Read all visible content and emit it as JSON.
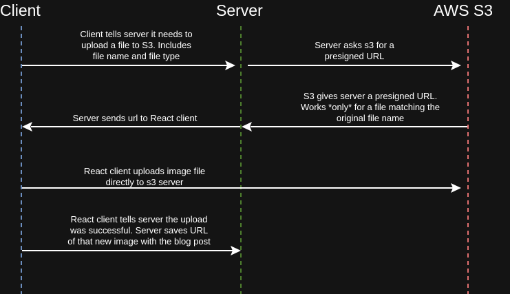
{
  "actors": {
    "client": "Client",
    "server": "Server",
    "s3": "AWS S3"
  },
  "colors": {
    "background": "#141414",
    "client_lifeline": "#6c8ebf",
    "server_lifeline": "#4e7f2e",
    "s3_lifeline": "#e07070",
    "arrow": "#ffffff"
  },
  "messages": [
    {
      "from": "client",
      "to": "server",
      "lines": [
        "Client tells server it needs to",
        "upload a file to S3.  Includes",
        "file name and file type"
      ]
    },
    {
      "from": "server",
      "to": "s3",
      "lines": [
        "Server asks s3 for a",
        "presigned URL"
      ]
    },
    {
      "from": "s3",
      "to": "server",
      "lines": [
        "S3 gives server a presigned URL.",
        "Works *only* for a file matching the",
        "original file name"
      ]
    },
    {
      "from": "server",
      "to": "client",
      "lines": [
        "Server sends url to React client"
      ]
    },
    {
      "from": "client",
      "to": "s3",
      "lines": [
        "React client uploads image file",
        "directly to s3 server"
      ]
    },
    {
      "from": "client",
      "to": "server",
      "lines": [
        "React client tells server the upload",
        "was successful.  Server saves URL",
        "of that new image with the blog post"
      ]
    }
  ]
}
